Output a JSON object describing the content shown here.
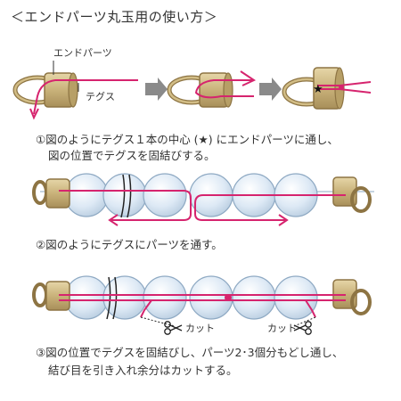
{
  "title": "＜エンドパーツ丸玉用の使い方＞",
  "labels": {
    "end_parts": "エンドパーツ",
    "tegusu": "テグス",
    "cut_left": "カット",
    "cut_right": "カット"
  },
  "steps": {
    "step1_line1": "①図のようにテグス１本の中心 (★) にエンドパーツに通し、",
    "step1_line2": "図の位置でテグスを固結びする。",
    "step2": "②図のようにテグスにパーツを通す。",
    "step3_line1": "③図の位置でテグスを固結びし、パーツ2･3個分もどし通し、",
    "step3_line2": "結び目を引き入れ余分はカットする。"
  },
  "icons": {
    "star": "★",
    "arrow": "grey-right-arrow",
    "scissors": "scissors-icon"
  },
  "colors": {
    "line": "#d6246e",
    "cap_fill": "#c9b27a",
    "cap_stroke": "#8d7443",
    "bead_fill": "#d8e6f3",
    "bead_stroke": "#8ea9c3",
    "arrow_grey": "#8a8a8a",
    "text": "#333333"
  }
}
